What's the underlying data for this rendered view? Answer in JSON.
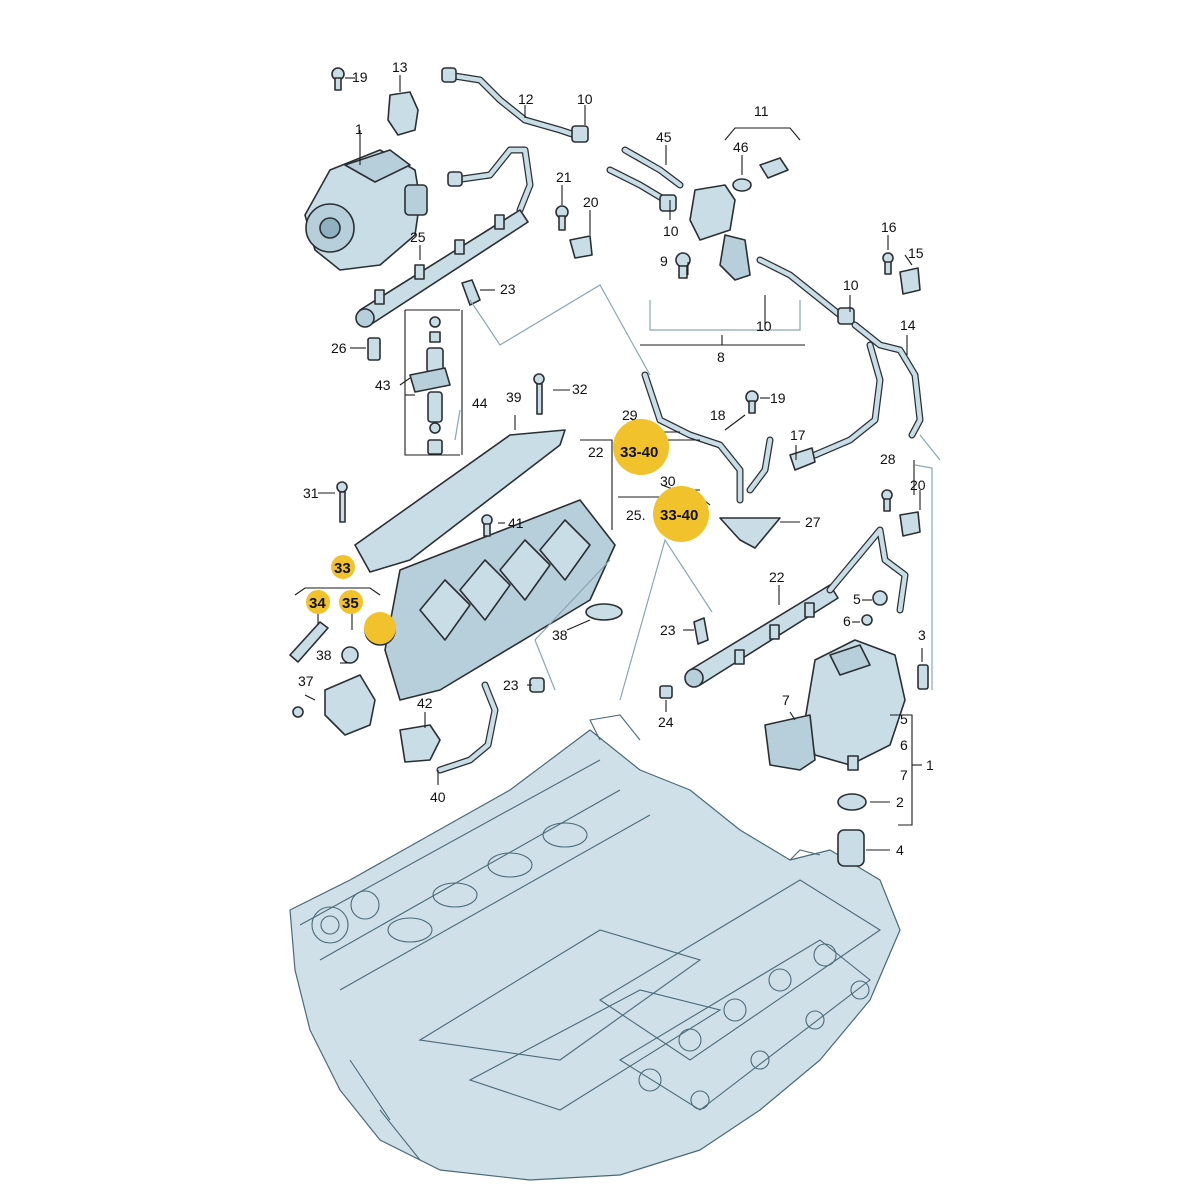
{
  "labels": {
    "l1": "1",
    "l2": "2",
    "l3": "3",
    "l4": "4",
    "l5": "5",
    "l6": "6",
    "l7": "7",
    "l8": "8",
    "l9": "9",
    "l10a": "10",
    "l10b": "10",
    "l10c": "10",
    "l10d": "10",
    "l11": "11",
    "l12": "12",
    "l13": "13",
    "l14": "14",
    "l15": "15",
    "l16": "16",
    "l17": "17",
    "l18": "18",
    "l19a": "19",
    "l19b": "19",
    "l20a": "20",
    "l20b": "20",
    "l21": "21",
    "l22a": "22",
    "l22b": "22",
    "l23a": "23",
    "l23b": "23",
    "l23c": "23",
    "l24": "24",
    "l25a": "25",
    "l25b": "25.",
    "l26": "26",
    "l27": "27",
    "l28": "28",
    "l29": "29",
    "l30": "30",
    "l31": "31",
    "l32": "32",
    "l33": "33",
    "l34": "34",
    "l35": "35",
    "l37": "37",
    "l38a": "38",
    "l38b": "38",
    "l39": "39",
    "l40": "40",
    "l41": "41",
    "l42": "42",
    "l43": "43",
    "l44": "44",
    "l45": "45",
    "l46": "46",
    "l5b": "5",
    "l6b": "6",
    "l7b": "7",
    "r1": "33-40",
    "r2": "33-40"
  },
  "colors": {
    "highlight": "#f2c22c",
    "part_fill": "#c9dde6",
    "engine_fill": "#cfe0e8",
    "dash_line": "#8aa6b2"
  },
  "icons": {
    "highlight_marker": "yellow-circle-icon"
  }
}
